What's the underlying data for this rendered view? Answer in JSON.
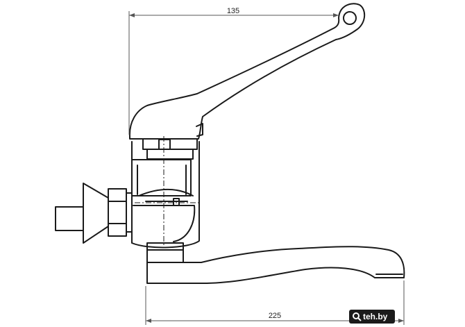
{
  "dimensions": {
    "top_label": "135",
    "bottom_label": "225"
  },
  "watermark": {
    "brand": "teh.by",
    "icon": "magnifier-icon"
  },
  "colors": {
    "line": "#1a1a1a",
    "dim_line": "#555555",
    "watermark_bg": "#1b1b1b",
    "watermark_text": "#ffffff"
  }
}
